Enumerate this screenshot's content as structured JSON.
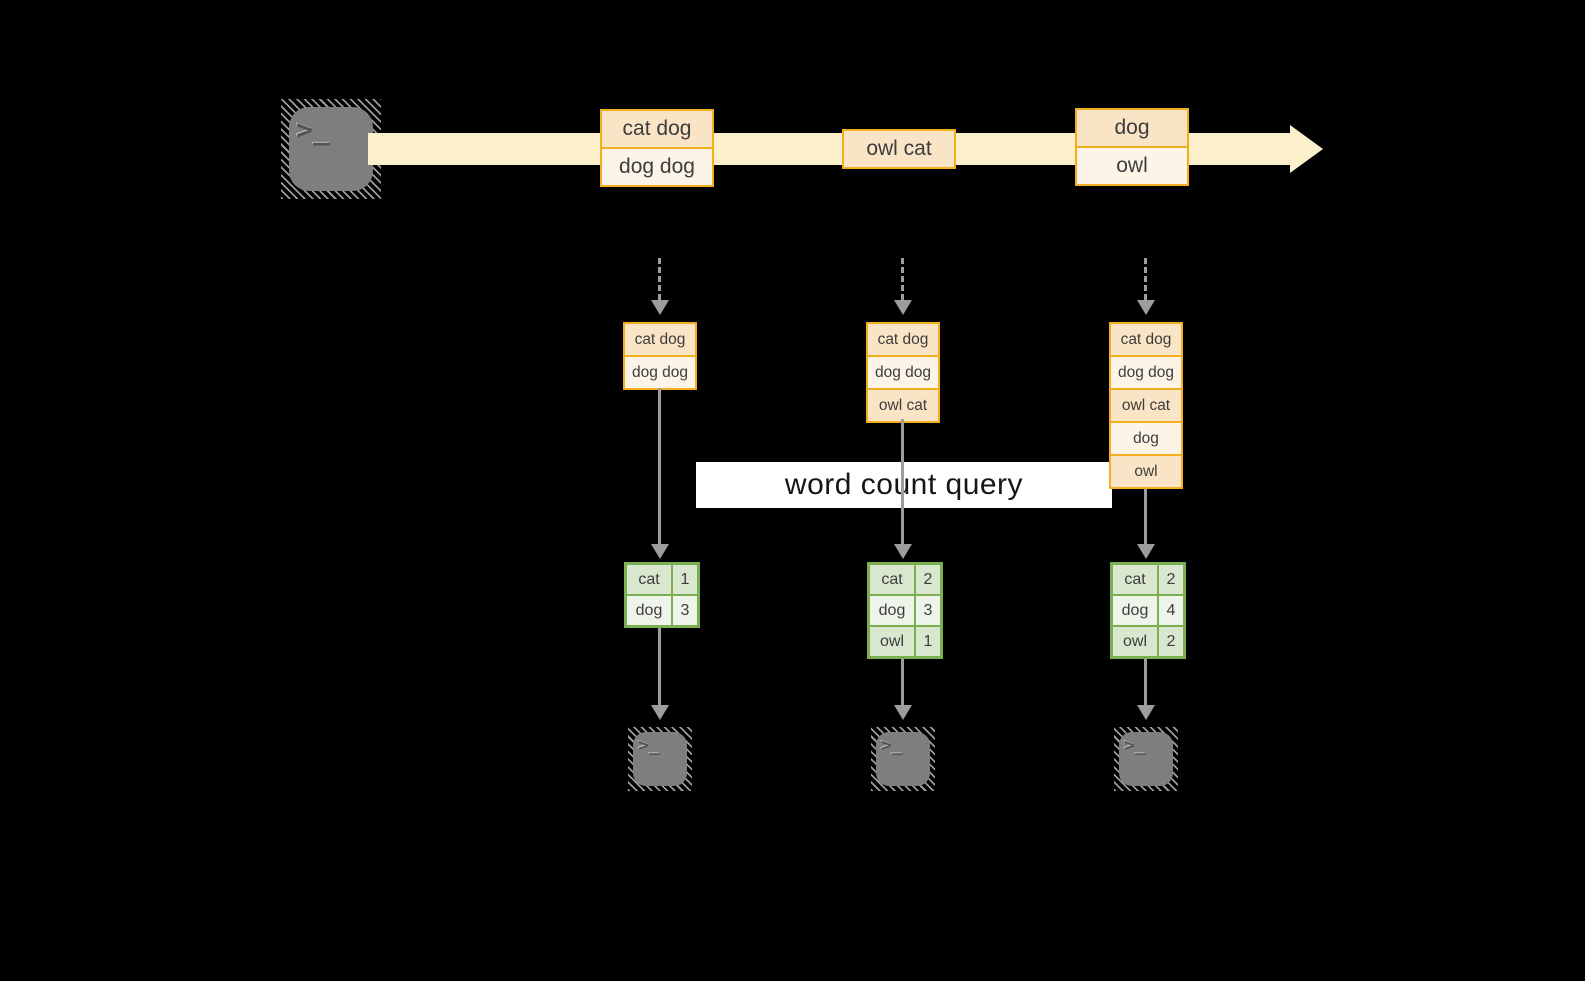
{
  "query": {
    "label": "word count query"
  },
  "stream": {
    "batches": [
      {
        "rows": [
          "cat dog",
          "dog dog"
        ]
      },
      {
        "rows": [
          "owl cat"
        ]
      },
      {
        "rows": [
          "dog",
          "owl"
        ]
      }
    ]
  },
  "states": [
    {
      "rows": [
        "cat dog",
        "dog dog"
      ]
    },
    {
      "rows": [
        "cat dog",
        "dog dog",
        "owl cat"
      ]
    },
    {
      "rows": [
        "cat dog",
        "dog dog",
        "owl cat",
        "dog",
        "owl"
      ]
    }
  ],
  "counts": [
    {
      "rows": [
        {
          "word": "cat",
          "count": "1"
        },
        {
          "word": "dog",
          "count": "3"
        }
      ]
    },
    {
      "rows": [
        {
          "word": "cat",
          "count": "2"
        },
        {
          "word": "dog",
          "count": "3"
        },
        {
          "word": "owl",
          "count": "1"
        }
      ]
    },
    {
      "rows": [
        {
          "word": "cat",
          "count": "2"
        },
        {
          "word": "dog",
          "count": "4"
        },
        {
          "word": "owl",
          "count": "2"
        }
      ]
    }
  ],
  "icons": {
    "terminal_prompt": ">_"
  },
  "colors": {
    "stream_band": "#FBF0CA",
    "box_border": "#F2B01E",
    "box_fill_dark": "#FAE4C6",
    "box_fill_light": "#FDF4E8",
    "table_border": "#7CAE52",
    "table_fill_dark": "#D9E7CF",
    "table_fill_light": "#EFF4EA",
    "arrow": "#9D9D9D",
    "terminal": "#7E7E7E",
    "query_bg": "#FFFFFF",
    "text": "#3D3D3D"
  }
}
